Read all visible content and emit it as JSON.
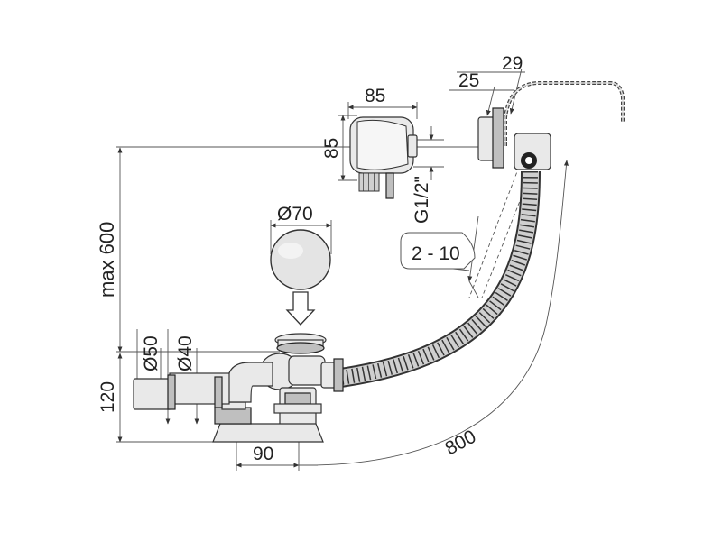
{
  "diagram": {
    "labels": {
      "overflow_width": "85",
      "overflow_height": "85",
      "thread": "G1/2\"",
      "cap_diameter": "Ø70",
      "tub_thickness": "2 - 10",
      "dim_25": "25",
      "dim_29": "29",
      "max_height": "max 600",
      "outlet_d50": "Ø50",
      "outlet_d40": "Ø40",
      "height_120": "120",
      "offset_90": "90",
      "cable_length": "800"
    },
    "colors": {
      "line": "#555555",
      "part_fill": "#e9e9e9",
      "part_dark": "#bfbfbf",
      "text": "#222222"
    }
  }
}
